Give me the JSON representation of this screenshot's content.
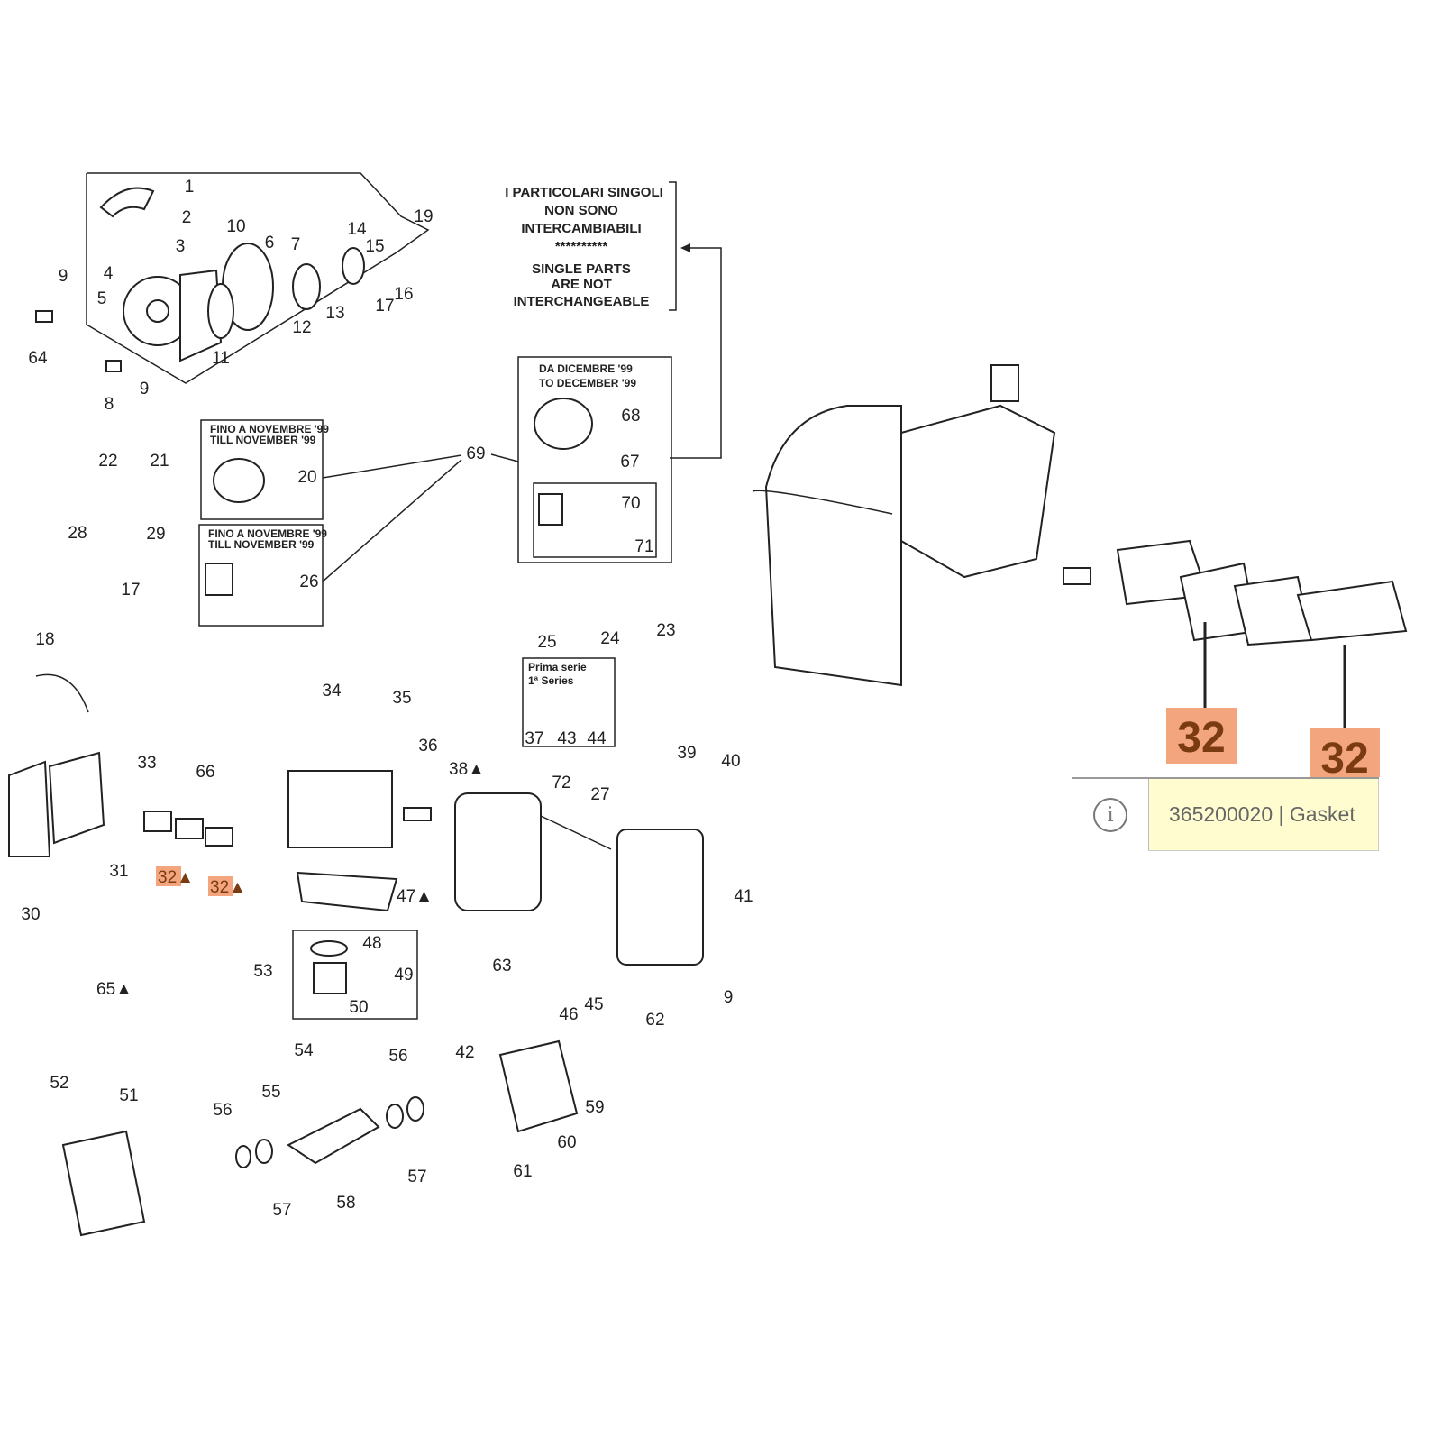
{
  "notes": {
    "it": [
      "I PARTICOLARI SINGOLI",
      "NON SONO",
      "INTERCAMBIABILI"
    ],
    "sep": "**********",
    "en": [
      "SINGLE PARTS",
      "ARE NOT",
      "INTERCHANGEABLE"
    ]
  },
  "boxes": {
    "from_dec": [
      "DA DICEMBRE  '99",
      "TO DECEMBER  '99"
    ],
    "till_nov_a": [
      "FINO A NOVEMBRE '99",
      "TILL NOVEMBER    '99"
    ],
    "till_nov_b": [
      "FINO A NOVEMBRE '99",
      "TILL NOVEMBER    '99"
    ],
    "first_series": [
      "Prima serie",
      "1ª Series"
    ]
  },
  "labels": [
    "1",
    "2",
    "3",
    "4",
    "5",
    "6",
    "7",
    "8",
    "9",
    "9",
    "10",
    "11",
    "12",
    "13",
    "14",
    "15",
    "16",
    "17",
    "19",
    "64",
    "22",
    "21",
    "28",
    "29",
    "17",
    "20",
    "26",
    "69",
    "68",
    "67",
    "70",
    "71",
    "25",
    "24",
    "23",
    "18",
    "34",
    "35",
    "36",
    "38▲",
    "37",
    "43",
    "44",
    "33",
    "66",
    "31",
    "30",
    "72",
    "27",
    "39",
    "40",
    "47▲",
    "63",
    "41",
    "48",
    "49",
    "53",
    "50",
    "65▲",
    "46",
    "45",
    "62",
    "9",
    "54",
    "56",
    "42",
    "55",
    "52",
    "51",
    "56",
    "59",
    "60",
    "61",
    "57",
    "57",
    "58"
  ],
  "highlighted_labels": [
    "32▲",
    "32▲"
  ],
  "inset": {
    "callouts": [
      "32",
      "32"
    ]
  },
  "tooltip": {
    "icon": "info-icon",
    "text": "365200020 | Gasket"
  },
  "colors": {
    "highlight": "#f3a57d",
    "highlight_text": "#7a3a12",
    "tooltip_bg": "#fffdd0"
  }
}
